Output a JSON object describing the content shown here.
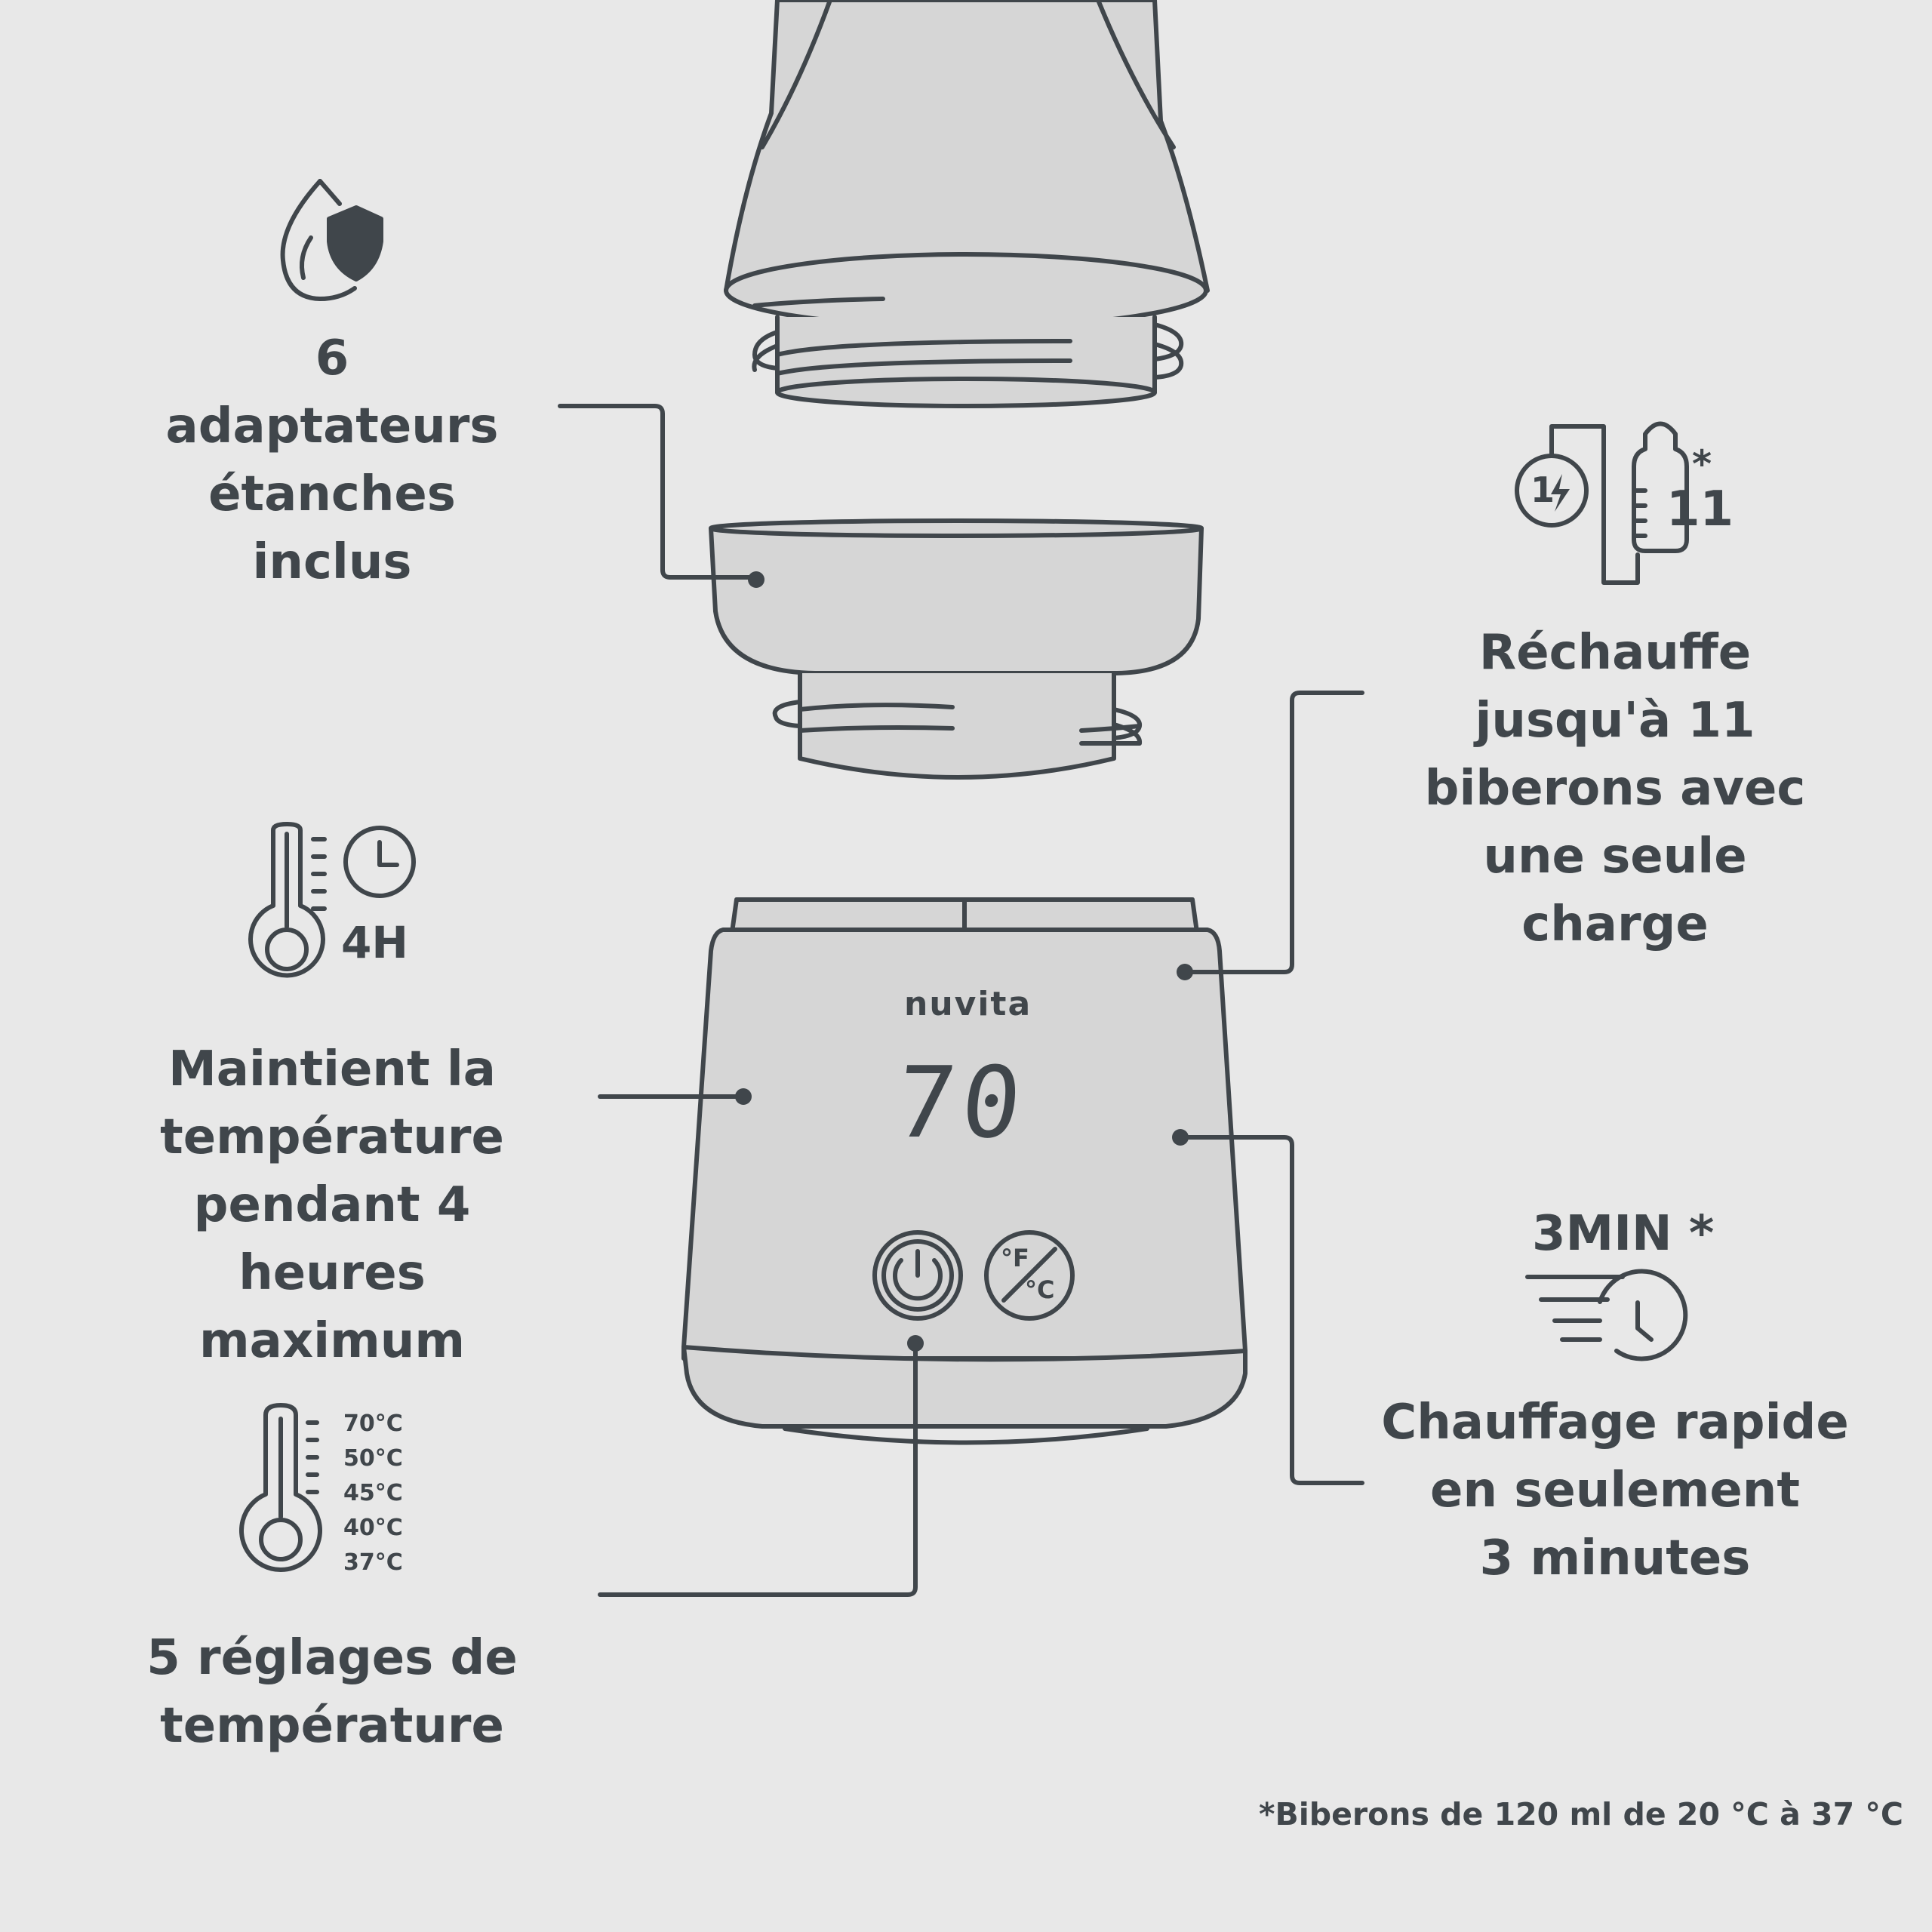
{
  "features": {
    "adapters": {
      "icon": "water-drop-shield-icon",
      "lines": [
        "6",
        "adaptateurs",
        "étanches",
        "inclus"
      ]
    },
    "keep_warm": {
      "icon": "thermometer-clock-icon",
      "icon_label": "4H",
      "lines": [
        "Maintient la",
        "température",
        "pendant 4",
        "heures",
        "maximum"
      ]
    },
    "settings": {
      "icon": "thermometer-scale-icon",
      "scale": [
        "70°C",
        "50°C",
        "45°C",
        "40°C",
        "37°C"
      ],
      "lines": [
        "5 réglages de",
        "température"
      ]
    },
    "battery": {
      "icon": "charge-bottle-icon",
      "charge_label": "1",
      "bottle_count": "11",
      "asterisk": "*",
      "lines": [
        "Réchauffe",
        "jusqu'à 11",
        "biberons avec",
        "une seule",
        "charge"
      ]
    },
    "fast_heat": {
      "icon": "fast-clock-icon",
      "icon_label": "3MIN *",
      "lines": [
        "Chauffage rapide",
        "en seulement",
        "3 minutes"
      ]
    }
  },
  "device": {
    "brand": "nuvita",
    "display": "70",
    "unit_button": {
      "top": "°F",
      "bottom": "°C"
    }
  },
  "footnote": "*Biberons de 120 ml de 20 °C à 37 °C",
  "colors": {
    "background": "#e8e8e8",
    "ink": "#40464b",
    "fill": "#d6d6d6"
  }
}
